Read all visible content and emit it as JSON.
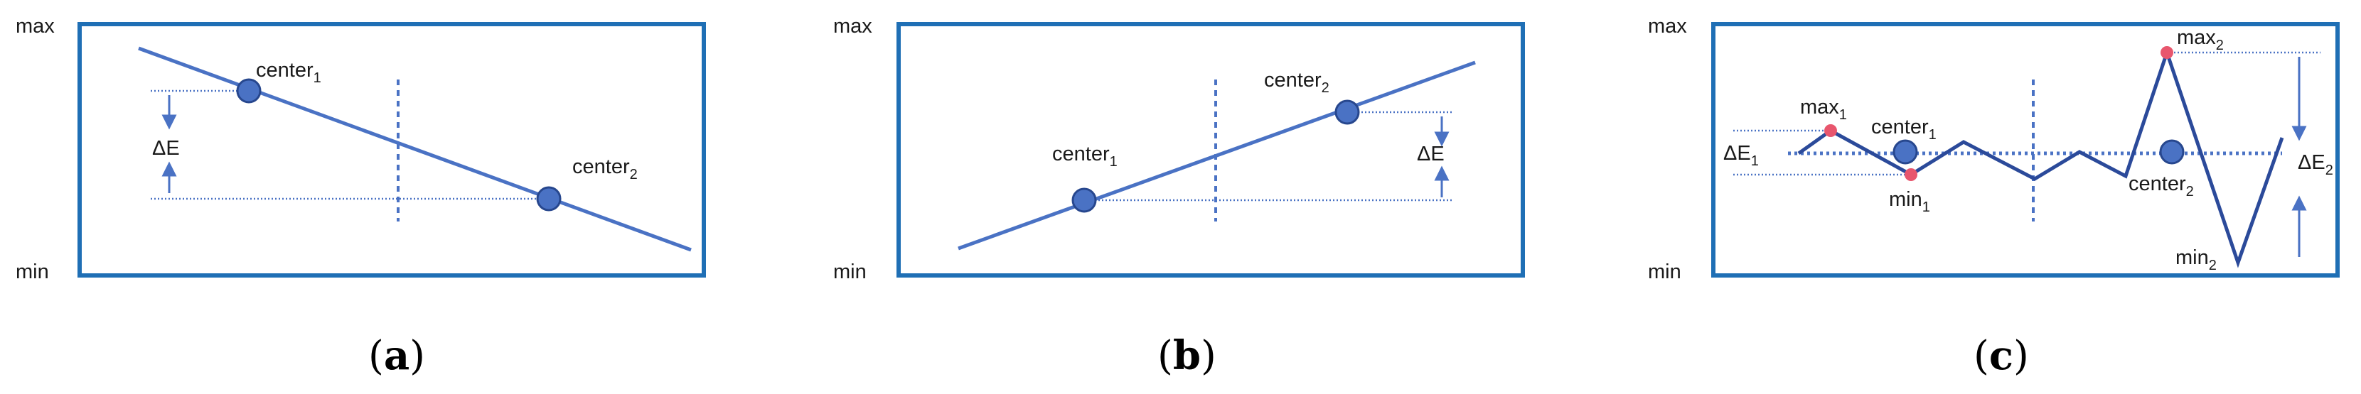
{
  "colors": {
    "frame": "#1f6fb5",
    "line": "#4a72c4",
    "zigzag": "#2b4a9a",
    "node": "#4a72c4",
    "node_stroke": "#27478e",
    "extreme": "#e8566d"
  },
  "axis": {
    "max": "max",
    "min": "min"
  },
  "panels": [
    {
      "id": "a",
      "caption_open": "(",
      "caption_letter": "a",
      "caption_close": ")",
      "center1": {
        "base": "center",
        "sub": "1"
      },
      "center2": {
        "base": "center",
        "sub": "2"
      },
      "delta": "ΔE"
    },
    {
      "id": "b",
      "caption_open": "(",
      "caption_letter": "b",
      "caption_close": ")",
      "center1": {
        "base": "center",
        "sub": "1"
      },
      "center2": {
        "base": "center",
        "sub": "2"
      },
      "delta": "ΔE"
    },
    {
      "id": "c",
      "caption_open": "(",
      "caption_letter": "c",
      "caption_close": ")",
      "center1": {
        "base": "center",
        "sub": "1"
      },
      "center2": {
        "base": "center",
        "sub": "2"
      },
      "max1": {
        "base": "max",
        "sub": "1"
      },
      "min1": {
        "base": "min",
        "sub": "1"
      },
      "max2": {
        "base": "max",
        "sub": "2"
      },
      "min2": {
        "base": "min",
        "sub": "2"
      },
      "delta1": {
        "base": "ΔE",
        "sub": "1"
      },
      "delta2": {
        "base": "ΔE",
        "sub": "2"
      }
    }
  ]
}
